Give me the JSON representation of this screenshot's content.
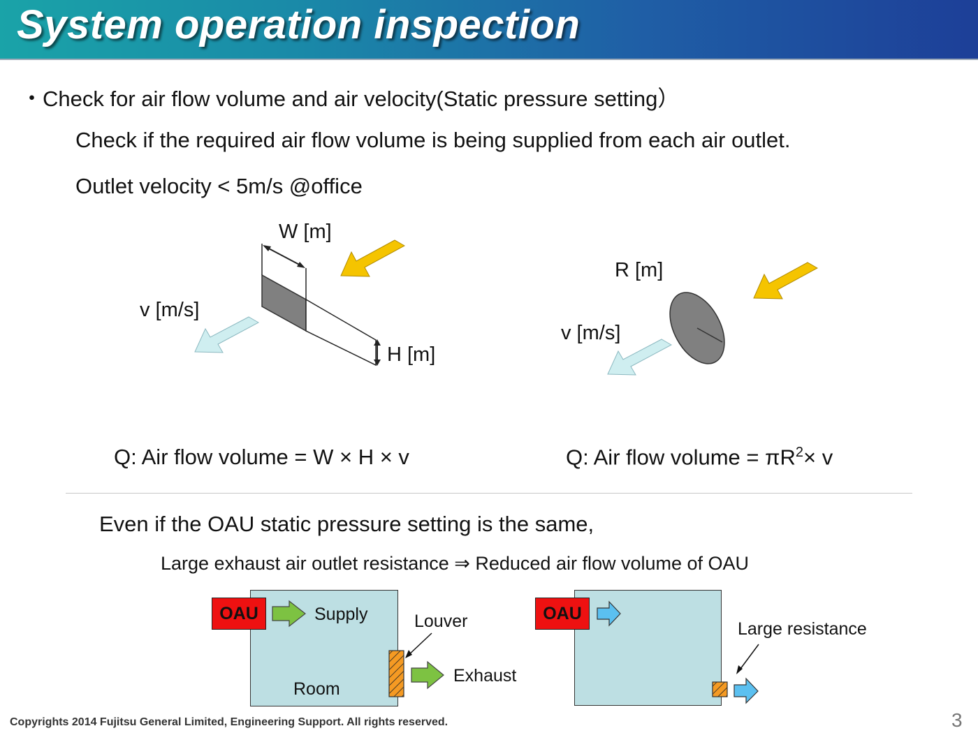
{
  "header": {
    "title": "System operation inspection"
  },
  "body": {
    "bullet": "・Check for air flow volume  and air velocity(Static pressure setting）",
    "line1": "Check if the required air flow volume is being supplied from each air outlet.",
    "line2": "Outlet velocity < 5m/s @office"
  },
  "rect_diagram": {
    "w_label": "W [m]",
    "h_label": "H [m]",
    "v_label": "v [m/s]",
    "formula": "Q: Air flow volume = W × H × v"
  },
  "round_diagram": {
    "r_label": "R [m]",
    "v_label": "v [m/s]",
    "formula_prefix": "Q: Air flow volume = πR",
    "formula_sup": "2",
    "formula_suffix": "× v"
  },
  "lower": {
    "heading": "Even if the OAU static pressure setting is the same,",
    "subheading": "Large exhaust air outlet resistance ⇒ Reduced air flow volume of OAU",
    "left": {
      "oau": "OAU",
      "supply": "Supply",
      "louver": "Louver",
      "exhaust": "Exhaust",
      "room": "Room"
    },
    "right": {
      "oau": "OAU",
      "large_resistance": "Large resistance"
    }
  },
  "colors": {
    "header_start": "#1aa3a8",
    "header_end": "#1d3f98",
    "oau": "#ee1111",
    "room": "#bddfe3",
    "green_arrow": "#7dc242",
    "blue_arrow": "#5bc0f0",
    "yellow_arrow": "#f5c400",
    "light_arrow": "#cfeef0",
    "louver": "#f59a23"
  },
  "footer": {
    "copyright": "Copyrights 2014 Fujitsu General Limited, Engineering Support. All rights reserved.",
    "page": "3"
  }
}
